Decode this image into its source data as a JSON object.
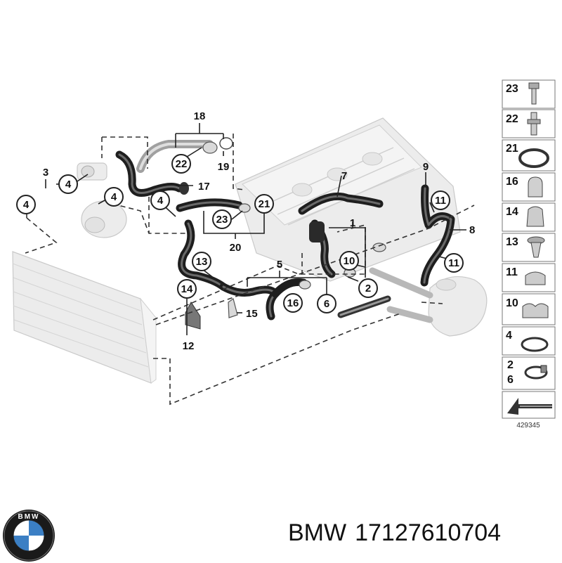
{
  "brand": "BMW",
  "part_number": "17127610704",
  "reference_number": "429345",
  "logo_letters": "BMW",
  "callouts": {
    "c1": "1",
    "c2": "2",
    "c3": "3",
    "c4a": "4",
    "c4b": "4",
    "c4c": "4",
    "c4d": "4",
    "c5": "5",
    "c6": "6",
    "c7": "7",
    "c8": "8",
    "c9": "9",
    "c10": "10",
    "c11a": "11",
    "c11b": "11",
    "c12": "12",
    "c13": "13",
    "c14": "14",
    "c15": "15",
    "c16": "16",
    "c17": "17",
    "c18": "18",
    "c19": "19",
    "c20": "20",
    "c21": "21",
    "c22": "22",
    "c23": "23"
  },
  "legend": [
    "23",
    "22",
    "21",
    "16",
    "14",
    "13",
    "11",
    "10",
    "4",
    "2",
    "6"
  ],
  "legend_icons": [
    "bolt-icon",
    "stud-bolt-icon",
    "o-ring-icon",
    "hose-clip-icon",
    "clip-icon",
    "expanding-rivet-icon",
    "holder-icon",
    "double-holder-icon",
    "hose-clamp-icon",
    "spring-clamp-icon",
    "arrow-pointer-icon"
  ]
}
